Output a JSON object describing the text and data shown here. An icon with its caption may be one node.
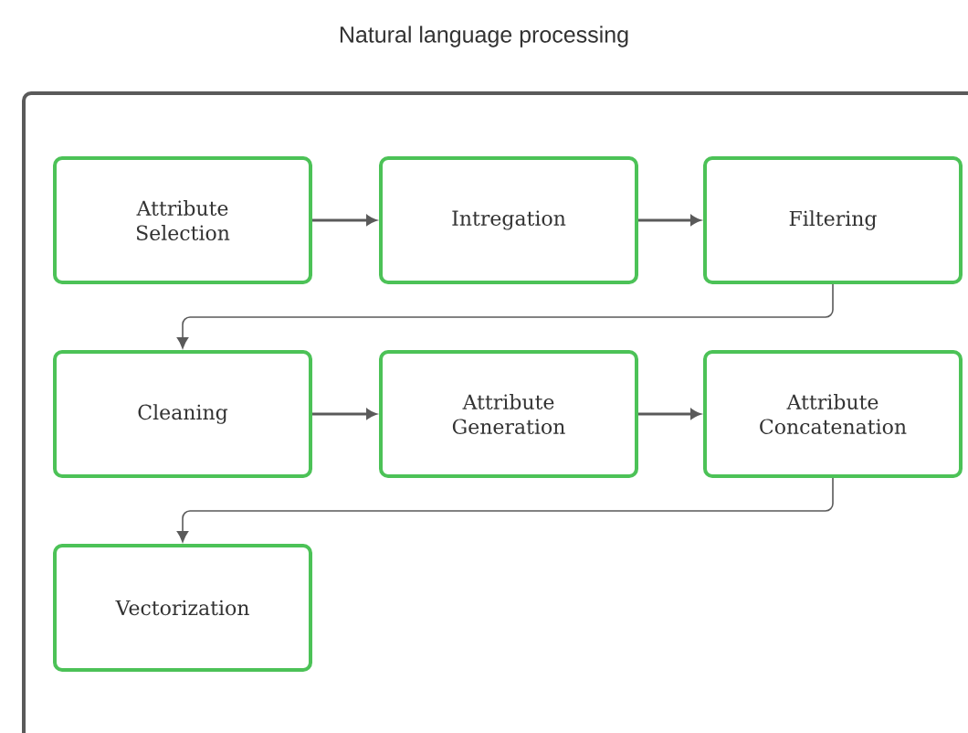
{
  "diagram": {
    "nodes": [
      {
        "text": [
          "Natural language processing"
        ]
      },
      {
        "text": [
          "Attribute Selection"
        ],
        "in": 0
      },
      {
        "text": [
          "Intregation"
        ],
        "in": 0
      },
      {
        "text": [
          "Filtering"
        ],
        "in": 0
      },
      {
        "text": [
          "Cleaning"
        ],
        "in": 0
      },
      {
        "text": [
          "Attribute Generation"
        ],
        "in": 0
      },
      {
        "text": [
          "Attribute Concatenation"
        ],
        "in": 0
      },
      {
        "text": [
          "Vectorization"
        ],
        "in": 0
      }
    ],
    "edges": [
      {
        "from": 1,
        "to": 2,
        "arrow": "to"
      },
      {
        "from": 2,
        "to": 3,
        "arrow": "to"
      },
      {
        "from": 3,
        "to": 4,
        "arrow": "to"
      },
      {
        "from": 4,
        "to": 5,
        "arrow": "to"
      },
      {
        "from": 5,
        "to": 6,
        "arrow": "to"
      },
      {
        "from": 6,
        "to": 7,
        "arrow": "to"
      }
    ]
  }
}
